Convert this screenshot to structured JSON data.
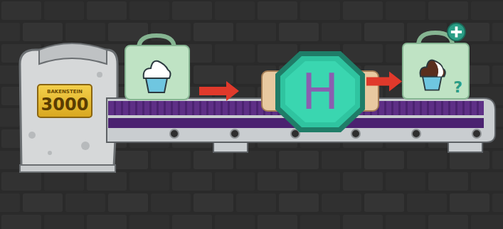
{
  "diagram": {
    "nodes": [
      {
        "text": [
          "BAKENSTEIN",
          "3000"
        ]
      },
      {
        "text": [
          "H"
        ]
      },
      {
        "text": [
          "?"
        ]
      }
    ],
    "edges": [
      {
        "from": 1,
        "to": 2,
        "arrow": "to"
      }
    ]
  }
}
